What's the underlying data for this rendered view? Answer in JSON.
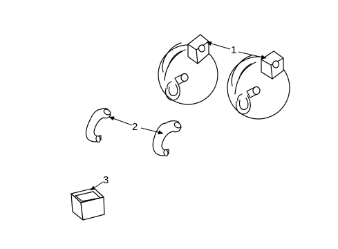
{
  "callouts": [
    {
      "id": "1",
      "label": "1"
    },
    {
      "id": "2",
      "label": "2"
    },
    {
      "id": "3",
      "label": "3"
    }
  ],
  "colors": {
    "line": "#000000",
    "fill": "#ffffff",
    "background": "#ffffff"
  }
}
